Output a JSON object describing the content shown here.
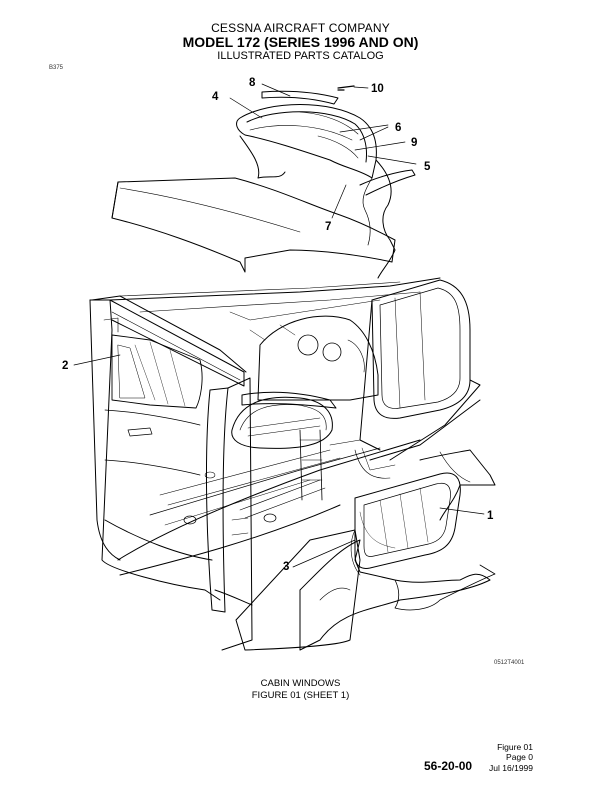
{
  "header": {
    "company": "CESSNA AIRCRAFT COMPANY",
    "model": "MODEL 172 (SERIES 1996 AND ON)",
    "catalog": "ILLUSTRATED PARTS CATALOG"
  },
  "page_code": "B375",
  "art_code": "0512T4001",
  "callouts": [
    "1",
    "2",
    "3",
    "4",
    "5",
    "6",
    "7",
    "8",
    "9",
    "10"
  ],
  "caption": {
    "line1": "CABIN WINDOWS",
    "line2": "FIGURE 01 (SHEET 1)"
  },
  "footer": {
    "figure": "Figure 01",
    "page": "Page 0",
    "date": "Jul 16/1999",
    "section": "56-20-00"
  }
}
